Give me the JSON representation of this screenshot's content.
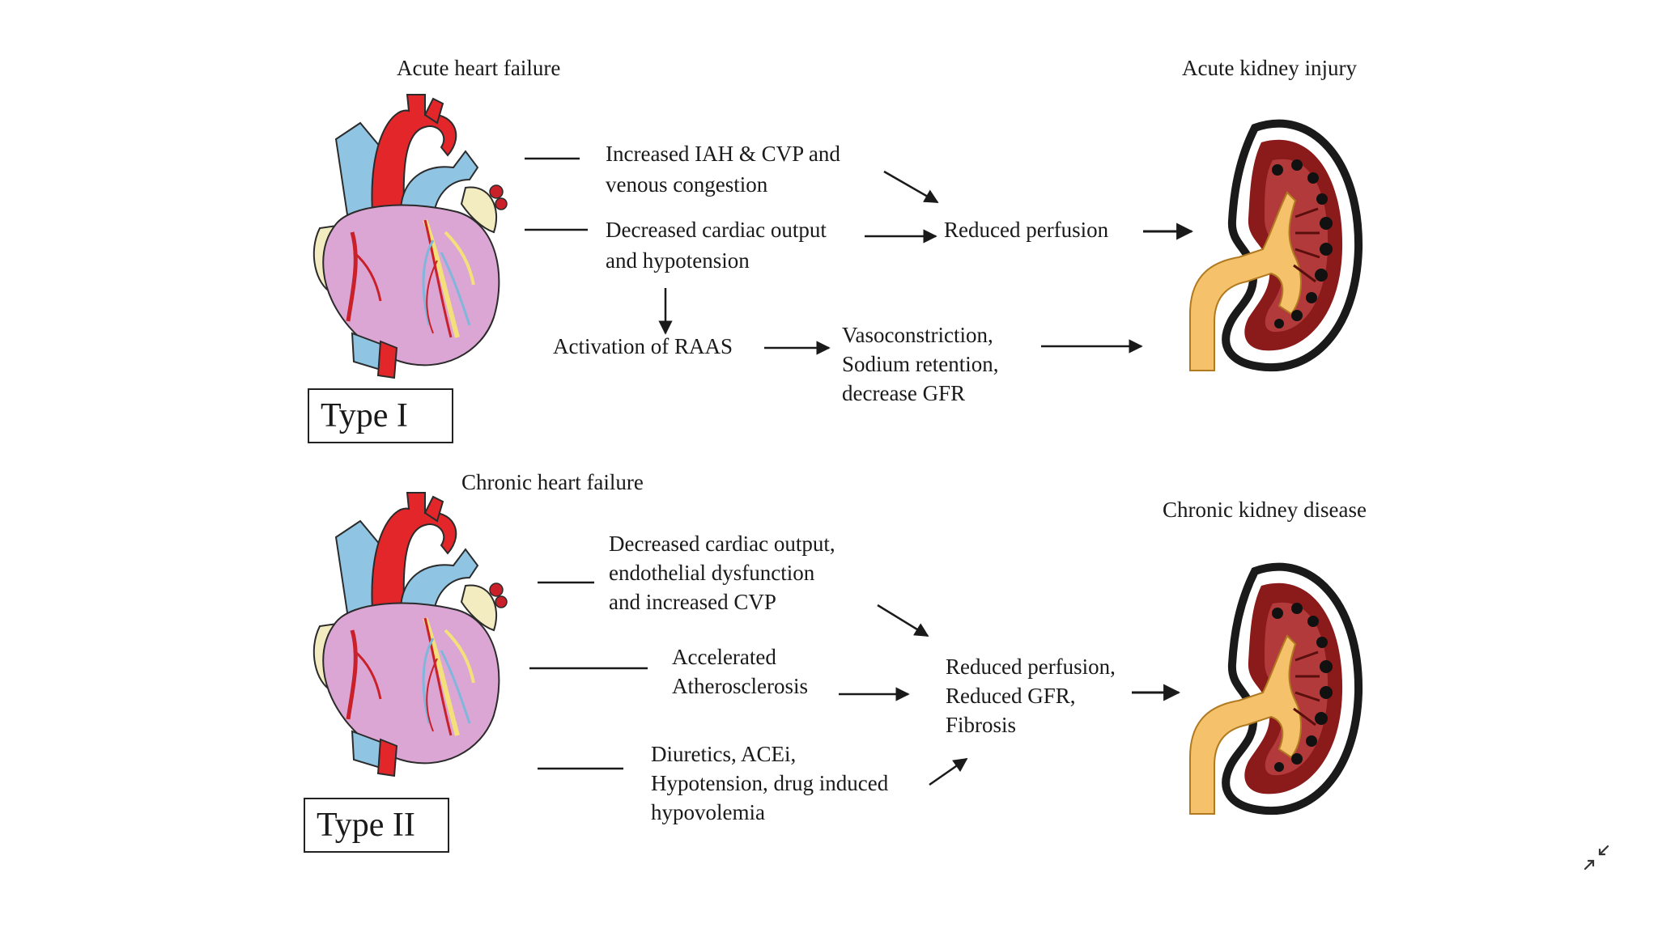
{
  "type1": {
    "heading_left": "Acute heart failure",
    "heading_right": "Acute kidney injury",
    "box_label": "Type I",
    "cause_1": [
      "Increased IAH & CVP and",
      "venous congestion"
    ],
    "cause_2": [
      "Decreased cardiac output",
      "and hypotension"
    ],
    "outcome": "Reduced perfusion",
    "raas": "Activation of RAAS",
    "effects": [
      "Vasoconstriction,",
      "Sodium retention,",
      "decrease GFR"
    ]
  },
  "type2": {
    "heading_left": "Chronic heart failure",
    "heading_right": "Chronic kidney disease",
    "box_label": "Type II",
    "cause_1": [
      "Decreased cardiac output,",
      "endothelial dysfunction",
      "and increased CVP"
    ],
    "cause_2": [
      "Accelerated",
      "Atherosclerosis"
    ],
    "cause_3": [
      "Diuretics, ACEi,",
      "Hypotension, drug induced",
      "hypovolemia"
    ],
    "outcome": [
      "Reduced perfusion,",
      "Reduced GFR,",
      "Fibrosis"
    ]
  },
  "colors": {
    "aorta": "#e3262a",
    "vein": "#8fc4e3",
    "heart_muscle": "#dca6d4",
    "fat": "#f3ecc0",
    "kidney_cortex": "#8b1a1a",
    "kidney_medulla": "#f5c26b"
  },
  "icons": {
    "heart": "heart-illustration-icon",
    "kidney": "kidney-illustration-icon",
    "exit_fullscreen": "exit-fullscreen-icon"
  }
}
